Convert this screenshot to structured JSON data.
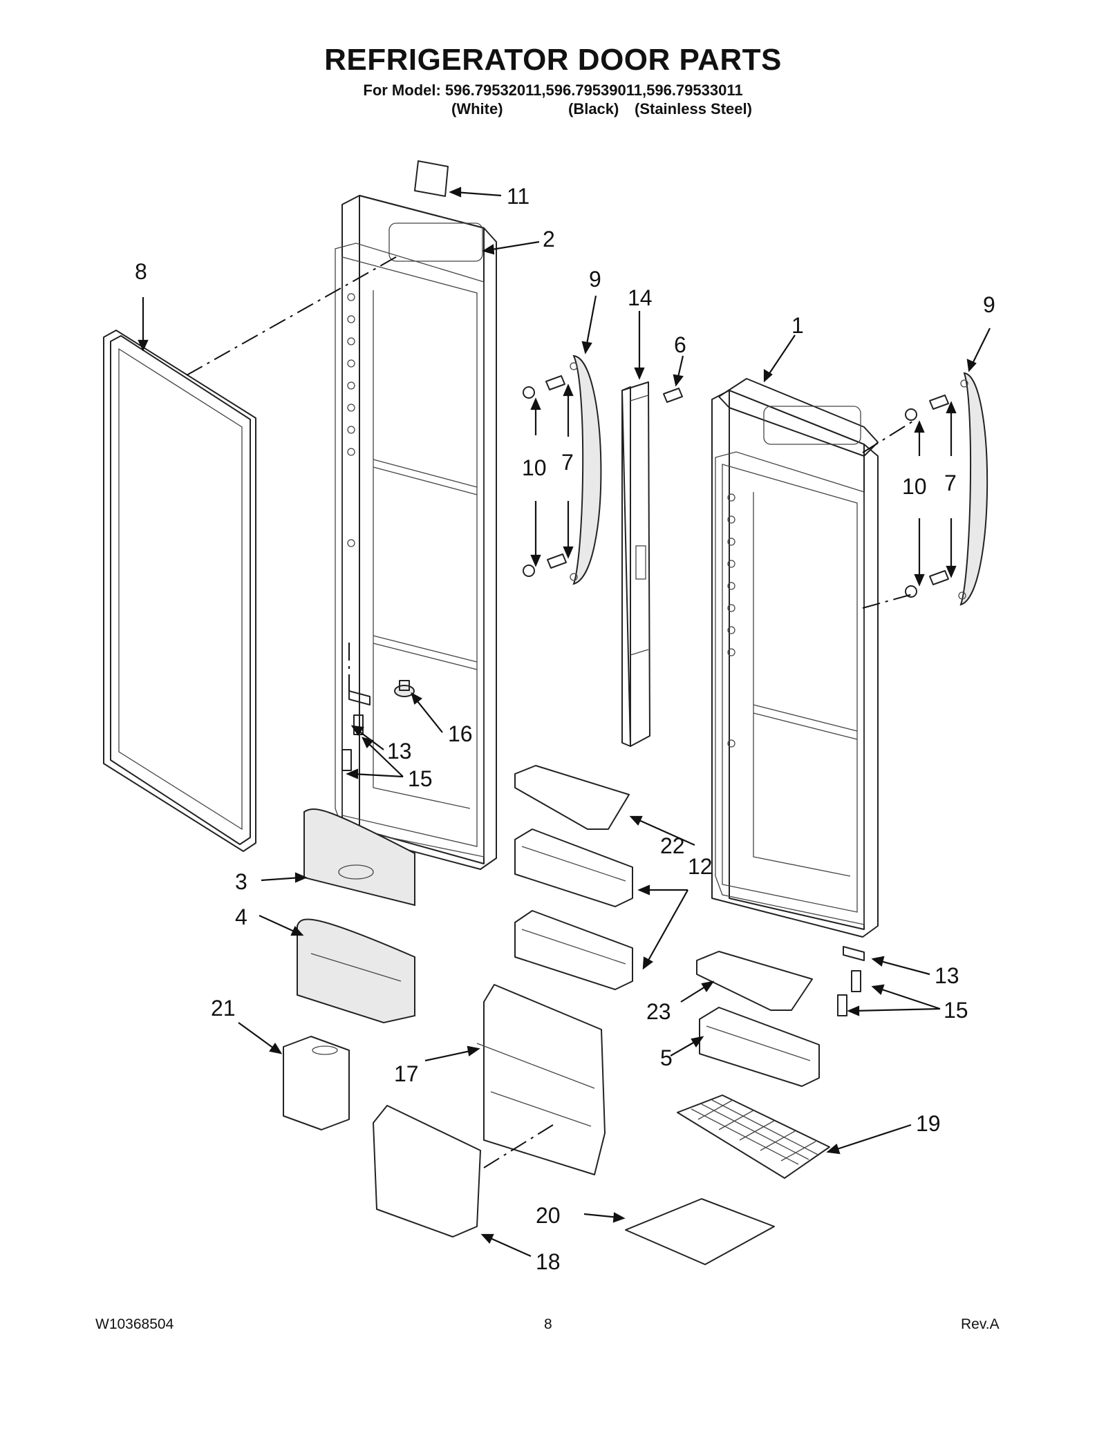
{
  "header": {
    "title": "REFRIGERATOR DOOR PARTS",
    "model_line": "For Model: 596.79532011,596.79539011,596.79533011",
    "color_white": "(White)",
    "color_black": "(Black)",
    "color_stainless": "(Stainless Steel)"
  },
  "callouts": {
    "p1": "1",
    "p2": "2",
    "p3": "3",
    "p4": "4",
    "p5": "5",
    "p6": "6",
    "p7": "7",
    "p7b": "7",
    "p8": "8",
    "p9": "9",
    "p9b": "9",
    "p10": "10",
    "p10b": "10",
    "p11": "11",
    "p12": "12",
    "p13": "13",
    "p13b": "13",
    "p14": "14",
    "p15": "15",
    "p15b": "15",
    "p16": "16",
    "p17": "17",
    "p18": "18",
    "p19": "19",
    "p20": "20",
    "p21": "21",
    "p22": "22",
    "p23": "23"
  },
  "footer": {
    "doc_number": "W10368504",
    "page_number": "8",
    "revision": "Rev.A"
  }
}
